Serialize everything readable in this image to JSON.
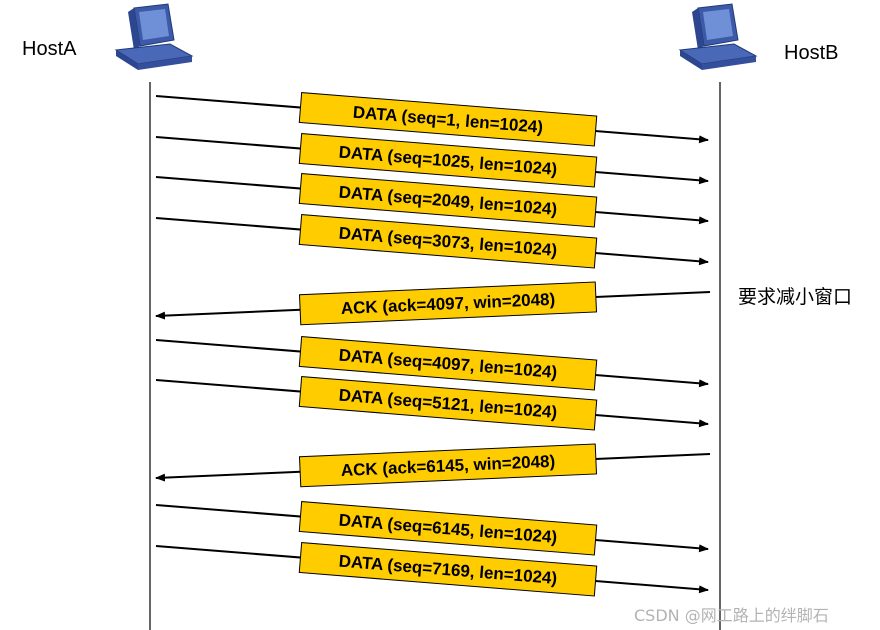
{
  "hosts": {
    "left": {
      "label": "HostA",
      "icon": "computer-icon"
    },
    "right": {
      "label": "HostB",
      "icon": "computer-icon"
    }
  },
  "colors": {
    "box_fill": "#ffcc00",
    "line": "#000000",
    "icon_blue": "#3c5aa8"
  },
  "messages": [
    {
      "text": "DATA (seq=1, len=1024)",
      "direction": "A-to-B"
    },
    {
      "text": "DATA (seq=1025, len=1024)",
      "direction": "A-to-B"
    },
    {
      "text": "DATA (seq=2049, len=1024)",
      "direction": "A-to-B"
    },
    {
      "text": "DATA (seq=3073, len=1024)",
      "direction": "A-to-B"
    },
    {
      "text": "ACK (ack=4097, win=2048)",
      "direction": "B-to-A"
    },
    {
      "text": "DATA (seq=4097, len=1024)",
      "direction": "A-to-B"
    },
    {
      "text": "DATA (seq=5121, len=1024)",
      "direction": "A-to-B"
    },
    {
      "text": "ACK (ack=6145, win=2048)",
      "direction": "B-to-A"
    },
    {
      "text": "DATA (seq=6145, len=1024)",
      "direction": "A-to-B"
    },
    {
      "text": "DATA (seq=7169, len=1024)",
      "direction": "A-to-B"
    }
  ],
  "annotation": "要求减小窗口",
  "watermark": "CSDN @网工路上的绊脚石"
}
